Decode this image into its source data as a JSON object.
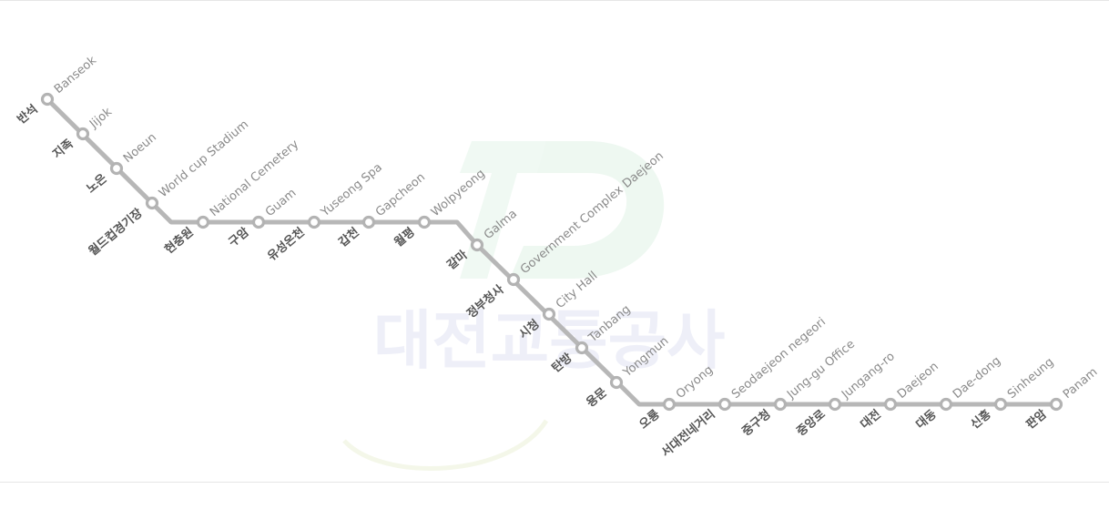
{
  "map": {
    "line_color": "#b7b7b7",
    "watermark": {
      "text": "대전교통공사",
      "logo_letters": "TD",
      "logo_color": "#eef8f1",
      "text_color": "#eeeff8"
    },
    "stations": [
      {
        "ko": "반석",
        "en": "Banseok"
      },
      {
        "ko": "지족",
        "en": "Jijok"
      },
      {
        "ko": "노은",
        "en": "Noeun"
      },
      {
        "ko": "월드컵경기장",
        "en": "World cup Stadium"
      },
      {
        "ko": "현충원",
        "en": "National Cemetery"
      },
      {
        "ko": "구암",
        "en": "Guam"
      },
      {
        "ko": "유성온천",
        "en": "Yuseong Spa"
      },
      {
        "ko": "갑천",
        "en": "Gapcheon"
      },
      {
        "ko": "월평",
        "en": "Wolpyeong"
      },
      {
        "ko": "갈마",
        "en": "Galma"
      },
      {
        "ko": "정부청사",
        "en": "Government Complex Daejeon"
      },
      {
        "ko": "시청",
        "en": "City Hall"
      },
      {
        "ko": "탄방",
        "en": "Tanbang"
      },
      {
        "ko": "용문",
        "en": "Yongmun"
      },
      {
        "ko": "오룡",
        "en": "Oryong"
      },
      {
        "ko": "서대전네거리",
        "en": "Seodaejeon negeori"
      },
      {
        "ko": "중구청",
        "en": "Jung-gu Office"
      },
      {
        "ko": "중앙로",
        "en": "Jungang-ro"
      },
      {
        "ko": "대전",
        "en": "Daejeon"
      },
      {
        "ko": "대동",
        "en": "Dae-dong"
      },
      {
        "ko": "신흥",
        "en": "Sinheung"
      },
      {
        "ko": "판암",
        "en": "Panam"
      }
    ]
  }
}
